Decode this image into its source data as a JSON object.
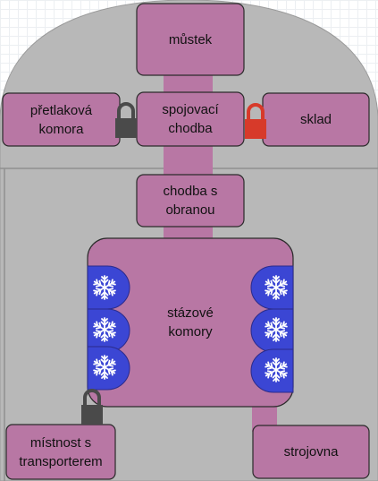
{
  "rooms": {
    "bridge": "můstek",
    "airlock": "přetlaková\nkomora",
    "corridor": "spojovací\nchodba",
    "storage": "sklad",
    "defended_corridor": "chodba s\nobranou",
    "stasis": "stázové\nkomory",
    "transporter": "místnost s\ntransporterem",
    "engine": "strojovna"
  },
  "locks": {
    "airlock_lock": {
      "icon": "padlock-icon",
      "state": "locked",
      "color": "#4a4a4a"
    },
    "storage_lock": {
      "icon": "padlock-icon",
      "state": "locked",
      "color": "#d73a2a"
    },
    "transporter_lock": {
      "icon": "padlock-icon",
      "state": "locked",
      "color": "#4a4a4a"
    }
  },
  "stasis_pods": {
    "count": 6,
    "icon": "snowflake-icon",
    "color": "#3b46d4"
  },
  "colors": {
    "room_fill": "#b877a4",
    "hull_fill": "#b8b8b8",
    "room_stroke": "#2b2b2b"
  }
}
